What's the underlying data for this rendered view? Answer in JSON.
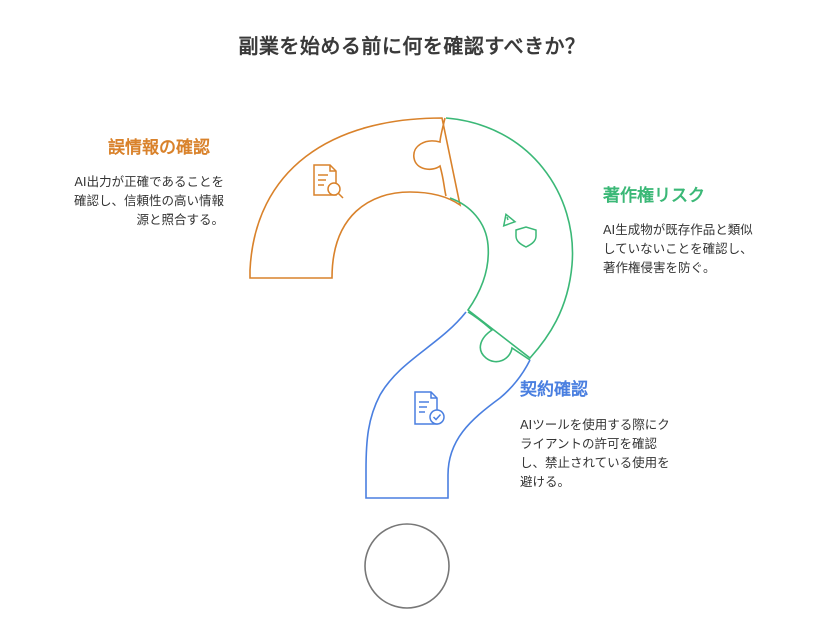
{
  "title": "副業を始める前に何を確認すべきか？",
  "colors": {
    "orange": "#d9822b",
    "green": "#3bb877",
    "blue": "#4a7fe0",
    "gray": "#777777"
  },
  "sections": [
    {
      "id": "misinformation",
      "heading": "誤情報の確認",
      "lines": [
        "AI出力が正確であることを",
        "確認し、信頼性の高い情報",
        "源と照合する。"
      ],
      "icon": "document-search-icon",
      "color": "orange"
    },
    {
      "id": "copyright",
      "heading": "著作権リスク",
      "lines": [
        "AI生成物が既存作品と類似",
        "していないことを確認し、",
        "著作権侵害を防ぐ。"
      ],
      "icon": "shield-warning-icon",
      "color": "green"
    },
    {
      "id": "contract",
      "heading": "契約確認",
      "lines": [
        "AIツールを使用する際にク",
        "ライアントの許可を確認",
        "し、禁止されている使用を",
        "避ける。"
      ],
      "icon": "document-check-icon",
      "color": "blue"
    }
  ]
}
